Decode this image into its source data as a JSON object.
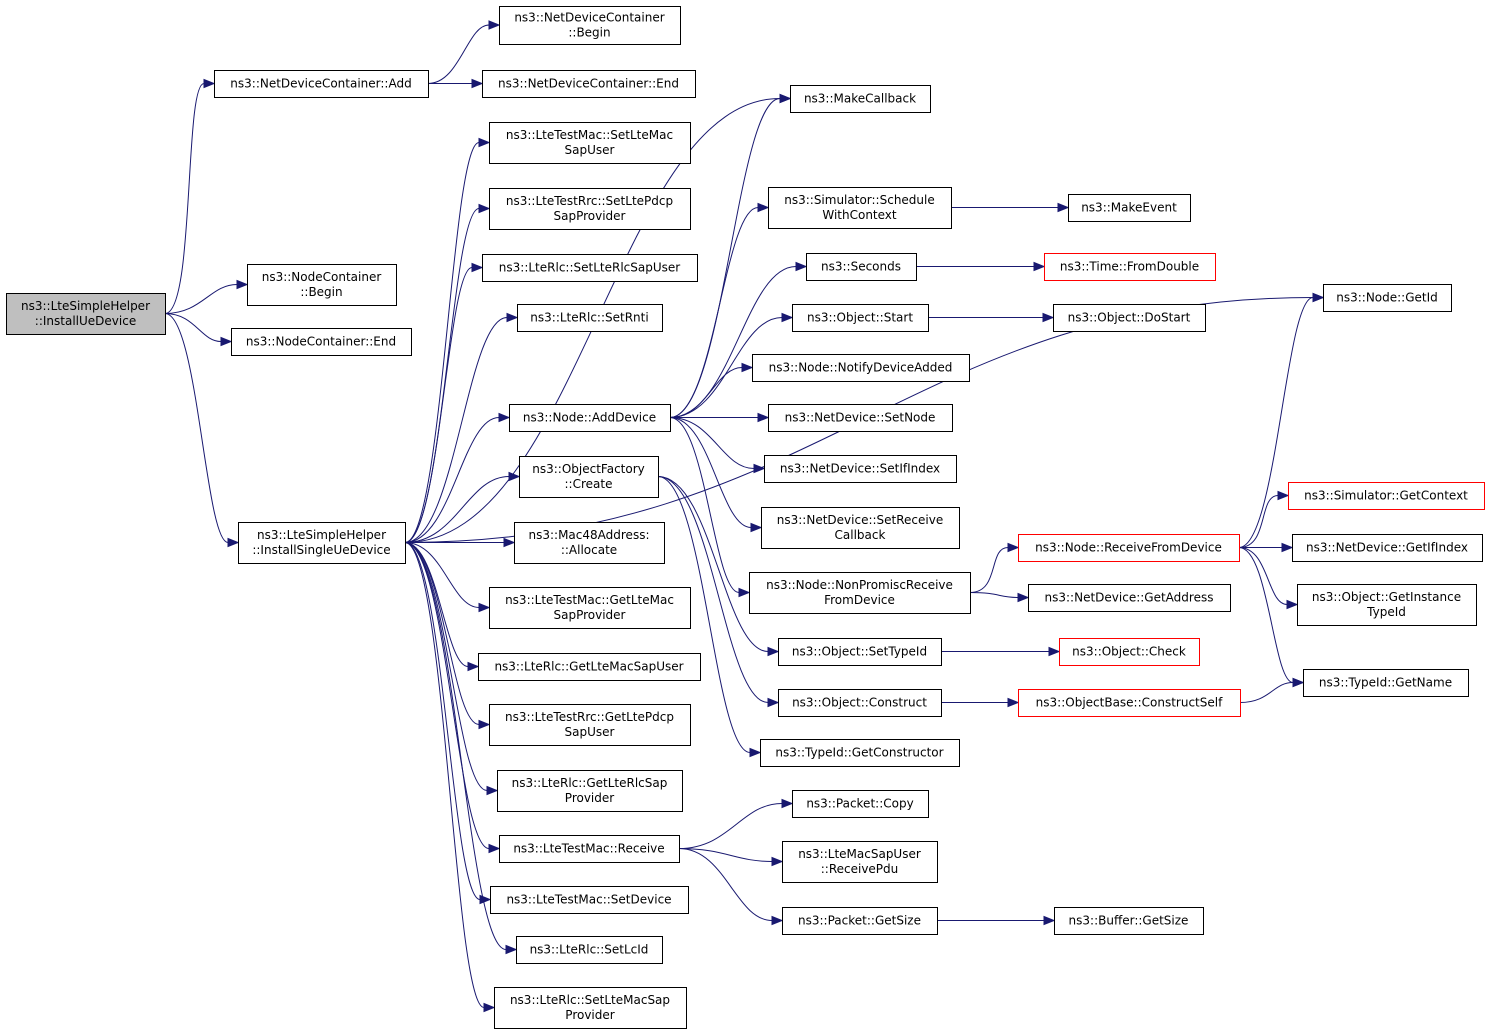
{
  "nodes": [
    {
      "id": "installUe",
      "lines": [
        "ns3::LteSimpleHelper",
        "::InstallUeDevice"
      ],
      "style": "root"
    },
    {
      "id": "ndcAdd",
      "lines": [
        "ns3::NetDeviceContainer::Add"
      ]
    },
    {
      "id": "ndcBegin",
      "lines": [
        "ns3::NetDeviceContainer",
        "::Begin"
      ]
    },
    {
      "id": "ndcEnd",
      "lines": [
        "ns3::NetDeviceContainer::End"
      ]
    },
    {
      "id": "ncBegin",
      "lines": [
        "ns3::NodeContainer",
        "::Begin"
      ]
    },
    {
      "id": "ncEnd",
      "lines": [
        "ns3::NodeContainer::End"
      ]
    },
    {
      "id": "installSingle",
      "lines": [
        "ns3::LteSimpleHelper",
        "::InstallSingleUeDevice"
      ]
    },
    {
      "id": "setLteMacSapUser",
      "lines": [
        "ns3::LteTestMac::SetLteMac",
        "SapUser"
      ]
    },
    {
      "id": "setLtePdcpSapProvider",
      "lines": [
        "ns3::LteTestRrc::SetLtePdcp",
        "SapProvider"
      ]
    },
    {
      "id": "setLteRlcSapUser",
      "lines": [
        "ns3::LteRlc::SetLteRlcSapUser"
      ]
    },
    {
      "id": "setRnti",
      "lines": [
        "ns3::LteRlc::SetRnti"
      ]
    },
    {
      "id": "nodeAddDevice",
      "lines": [
        "ns3::Node::AddDevice"
      ]
    },
    {
      "id": "ofCreate",
      "lines": [
        "ns3::ObjectFactory",
        "::Create"
      ]
    },
    {
      "id": "macAllocate",
      "lines": [
        "ns3::Mac48Address:",
        "::Allocate"
      ]
    },
    {
      "id": "getLteMacSapProvider",
      "lines": [
        "ns3::LteTestMac::GetLteMac",
        "SapProvider"
      ]
    },
    {
      "id": "getLteMacSapUser",
      "lines": [
        "ns3::LteRlc::GetLteMacSapUser"
      ]
    },
    {
      "id": "getLtePdcpSapUser",
      "lines": [
        "ns3::LteTestRrc::GetLtePdcp",
        "SapUser"
      ]
    },
    {
      "id": "getLteRlcSapProvider",
      "lines": [
        "ns3::LteRlc::GetLteRlcSap",
        "Provider"
      ]
    },
    {
      "id": "ltmReceive",
      "lines": [
        "ns3::LteTestMac::Receive"
      ]
    },
    {
      "id": "ltmSetDevice",
      "lines": [
        "ns3::LteTestMac::SetDevice"
      ]
    },
    {
      "id": "setLcId",
      "lines": [
        "ns3::LteRlc::SetLcId"
      ]
    },
    {
      "id": "setLteMacSapProvider",
      "lines": [
        "ns3::LteRlc::SetLteMacSap",
        "Provider"
      ]
    },
    {
      "id": "makeCallback",
      "lines": [
        "ns3::MakeCallback"
      ]
    },
    {
      "id": "scheduleWithContext",
      "lines": [
        "ns3::Simulator::Schedule",
        "WithContext"
      ]
    },
    {
      "id": "makeEvent",
      "lines": [
        "ns3::MakeEvent"
      ]
    },
    {
      "id": "seconds",
      "lines": [
        "ns3::Seconds"
      ]
    },
    {
      "id": "fromDouble",
      "lines": [
        "ns3::Time::FromDouble"
      ],
      "style": "red"
    },
    {
      "id": "objStart",
      "lines": [
        "ns3::Object::Start"
      ]
    },
    {
      "id": "doStart",
      "lines": [
        "ns3::Object::DoStart"
      ]
    },
    {
      "id": "notifyDeviceAdded",
      "lines": [
        "ns3::Node::NotifyDeviceAdded"
      ]
    },
    {
      "id": "ndSetNode",
      "lines": [
        "ns3::NetDevice::SetNode"
      ]
    },
    {
      "id": "ndSetIfIndex",
      "lines": [
        "ns3::NetDevice::SetIfIndex"
      ]
    },
    {
      "id": "ndSetReceiveCallback",
      "lines": [
        "ns3::NetDevice::SetReceive",
        "Callback"
      ]
    },
    {
      "id": "nonPromisc",
      "lines": [
        "ns3::Node::NonPromiscReceive",
        "FromDevice"
      ]
    },
    {
      "id": "objSetTypeId",
      "lines": [
        "ns3::Object::SetTypeId"
      ]
    },
    {
      "id": "objCheck",
      "lines": [
        "ns3::Object::Check"
      ],
      "style": "red"
    },
    {
      "id": "objConstruct",
      "lines": [
        "ns3::Object::Construct"
      ]
    },
    {
      "id": "constructSelf",
      "lines": [
        "ns3::ObjectBase::ConstructSelf"
      ],
      "style": "red"
    },
    {
      "id": "getConstructor",
      "lines": [
        "ns3::TypeId::GetConstructor"
      ]
    },
    {
      "id": "nodeGetId",
      "lines": [
        "ns3::Node::GetId"
      ]
    },
    {
      "id": "receiveFromDevice",
      "lines": [
        "ns3::Node::ReceiveFromDevice"
      ],
      "style": "red"
    },
    {
      "id": "simGetContext",
      "lines": [
        "ns3::Simulator::GetContext"
      ],
      "style": "red"
    },
    {
      "id": "ndGetIfIndex",
      "lines": [
        "ns3::NetDevice::GetIfIndex"
      ]
    },
    {
      "id": "ndGetAddress",
      "lines": [
        "ns3::NetDevice::GetAddress"
      ]
    },
    {
      "id": "getInstanceTypeId",
      "lines": [
        "ns3::Object::GetInstance",
        "TypeId"
      ]
    },
    {
      "id": "typeIdGetName",
      "lines": [
        "ns3::TypeId::GetName"
      ]
    },
    {
      "id": "packetCopy",
      "lines": [
        "ns3::Packet::Copy"
      ]
    },
    {
      "id": "receivePdu",
      "lines": [
        "ns3::LteMacSapUser",
        "::ReceivePdu"
      ]
    },
    {
      "id": "packetGetSize",
      "lines": [
        "ns3::Packet::GetSize"
      ]
    },
    {
      "id": "bufferGetSize",
      "lines": [
        "ns3::Buffer::GetSize"
      ]
    }
  ],
  "edges": [
    [
      "installUe",
      "ndcAdd"
    ],
    [
      "installUe",
      "ncBegin"
    ],
    [
      "installUe",
      "ncEnd"
    ],
    [
      "installUe",
      "installSingle"
    ],
    [
      "ndcAdd",
      "ndcBegin"
    ],
    [
      "ndcAdd",
      "ndcEnd"
    ],
    [
      "installSingle",
      "setLteMacSapUser"
    ],
    [
      "installSingle",
      "setLtePdcpSapProvider"
    ],
    [
      "installSingle",
      "setLteRlcSapUser"
    ],
    [
      "installSingle",
      "setRnti"
    ],
    [
      "installSingle",
      "nodeAddDevice"
    ],
    [
      "installSingle",
      "ofCreate"
    ],
    [
      "installSingle",
      "macAllocate"
    ],
    [
      "installSingle",
      "getLteMacSapProvider"
    ],
    [
      "installSingle",
      "getLteMacSapUser"
    ],
    [
      "installSingle",
      "getLtePdcpSapUser"
    ],
    [
      "installSingle",
      "getLteRlcSapProvider"
    ],
    [
      "installSingle",
      "ltmReceive"
    ],
    [
      "installSingle",
      "ltmSetDevice"
    ],
    [
      "installSingle",
      "setLcId"
    ],
    [
      "installSingle",
      "setLteMacSapProvider"
    ],
    [
      "installSingle",
      "makeCallback"
    ],
    [
      "installSingle",
      "nodeGetId"
    ],
    [
      "nodeAddDevice",
      "makeCallback"
    ],
    [
      "nodeAddDevice",
      "scheduleWithContext"
    ],
    [
      "nodeAddDevice",
      "seconds"
    ],
    [
      "nodeAddDevice",
      "objStart"
    ],
    [
      "nodeAddDevice",
      "notifyDeviceAdded"
    ],
    [
      "nodeAddDevice",
      "ndSetNode"
    ],
    [
      "nodeAddDevice",
      "ndSetIfIndex"
    ],
    [
      "nodeAddDevice",
      "ndSetReceiveCallback"
    ],
    [
      "nodeAddDevice",
      "nonPromisc"
    ],
    [
      "scheduleWithContext",
      "makeEvent"
    ],
    [
      "seconds",
      "fromDouble"
    ],
    [
      "objStart",
      "doStart"
    ],
    [
      "ofCreate",
      "objSetTypeId"
    ],
    [
      "ofCreate",
      "objConstruct"
    ],
    [
      "ofCreate",
      "getConstructor"
    ],
    [
      "objSetTypeId",
      "objCheck"
    ],
    [
      "objConstruct",
      "constructSelf"
    ],
    [
      "constructSelf",
      "typeIdGetName"
    ],
    [
      "nonPromisc",
      "receiveFromDevice"
    ],
    [
      "nonPromisc",
      "ndGetAddress"
    ],
    [
      "receiveFromDevice",
      "nodeGetId"
    ],
    [
      "receiveFromDevice",
      "simGetContext"
    ],
    [
      "receiveFromDevice",
      "ndGetIfIndex"
    ],
    [
      "receiveFromDevice",
      "getInstanceTypeId"
    ],
    [
      "receiveFromDevice",
      "typeIdGetName"
    ],
    [
      "ltmReceive",
      "packetCopy"
    ],
    [
      "ltmReceive",
      "receivePdu"
    ],
    [
      "ltmReceive",
      "packetGetSize"
    ],
    [
      "packetGetSize",
      "bufferGetSize"
    ]
  ]
}
